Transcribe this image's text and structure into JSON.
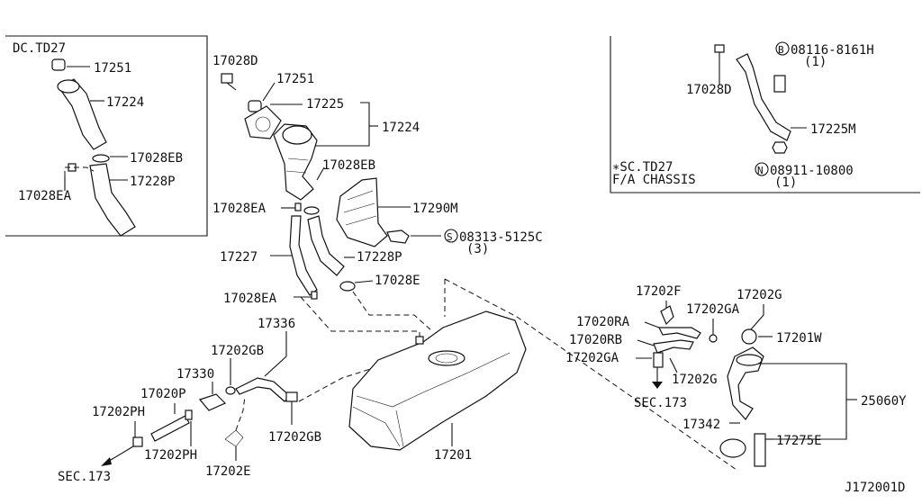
{
  "inset_left": {
    "title": "DC.TD27",
    "labels": [
      "17251",
      "17224",
      "17028EB",
      "17228P",
      "17028EA"
    ]
  },
  "inset_right": {
    "note_line1": "∗SC.TD27",
    "note_line2": "F/A CHASSIS",
    "bolt_id": "08116-8161H",
    "bolt_qty": "(1)",
    "bolt_marker": "B",
    "nut_id": "08911-10800",
    "nut_qty": "(1)",
    "nut_marker": "N",
    "labels": [
      "17028D",
      "17225M"
    ]
  },
  "main_labels": {
    "l17028D": "17028D",
    "l17251": "17251",
    "l17225": "17225",
    "l17224": "17224",
    "l17028EB": "17028EB",
    "l17028EA_a": "17028EA",
    "l17290M": "17290M",
    "screw_id": "08313-5125C",
    "screw_qty": "(3)",
    "screw_marker": "S",
    "l17227": "17227",
    "l17228P": "17228P",
    "l17028E": "17028E",
    "l17028EA_b": "17028EA",
    "l17336": "17336",
    "l17202GB_a": "17202GB",
    "l17330": "17330",
    "l17020P": "17020P",
    "l17202PH_a": "17202PH",
    "l17202PH_b": "17202PH",
    "l17202E": "17202E",
    "l17202GB_b": "17202GB",
    "l17201": "17201",
    "sec173_left": "SEC.173",
    "l17202F": "17202F",
    "l17202G_a": "17202G",
    "l17202GA_a": "17202GA",
    "l17020RA": "17020RA",
    "l17020RB": "17020RB",
    "l17201W": "17201W",
    "l17202GA_b": "17202GA",
    "l17202G_b": "17202G",
    "sec173_right": "SEC.173",
    "l25060Y": "25060Y",
    "l17342": "17342",
    "l17275E": "17275E",
    "diagram_code": "J172001D"
  }
}
